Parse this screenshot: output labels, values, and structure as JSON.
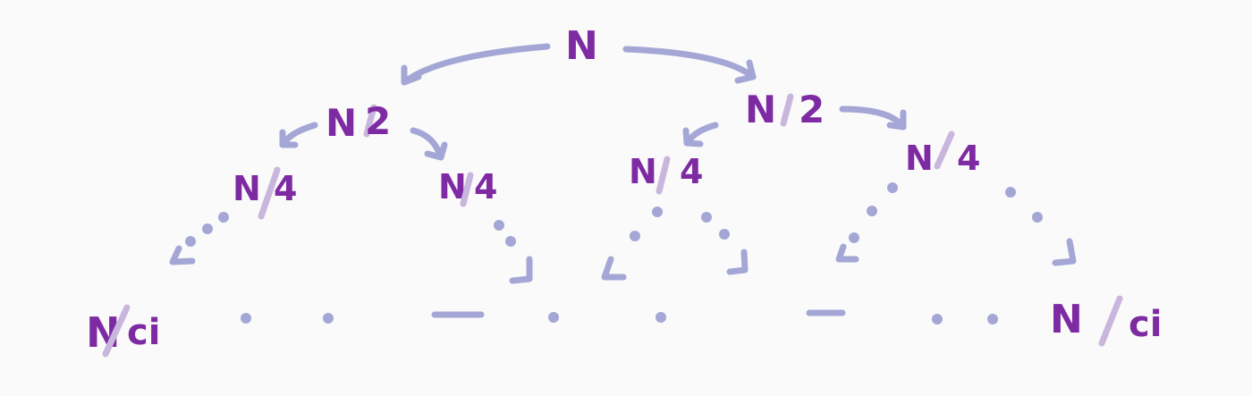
{
  "diagram": {
    "root": {
      "numerator": "N"
    },
    "level1": [
      {
        "numerator": "N",
        "denominator": "2"
      },
      {
        "numerator": "N",
        "denominator": "2"
      }
    ],
    "level2": [
      {
        "numerator": "N",
        "denominator": "4"
      },
      {
        "numerator": "N",
        "denominator": "4"
      },
      {
        "numerator": "N",
        "denominator": "4"
      },
      {
        "numerator": "N",
        "denominator": "4"
      }
    ],
    "leaves": [
      {
        "numerator": "N",
        "denominator": "ci"
      },
      {
        "numerator": "N",
        "denominator": "ci"
      }
    ]
  },
  "colors": {
    "text": "#7d2aa3",
    "slash": "#c9b6dd",
    "arrow": "#a4a7d6",
    "background": "#fafafa"
  }
}
